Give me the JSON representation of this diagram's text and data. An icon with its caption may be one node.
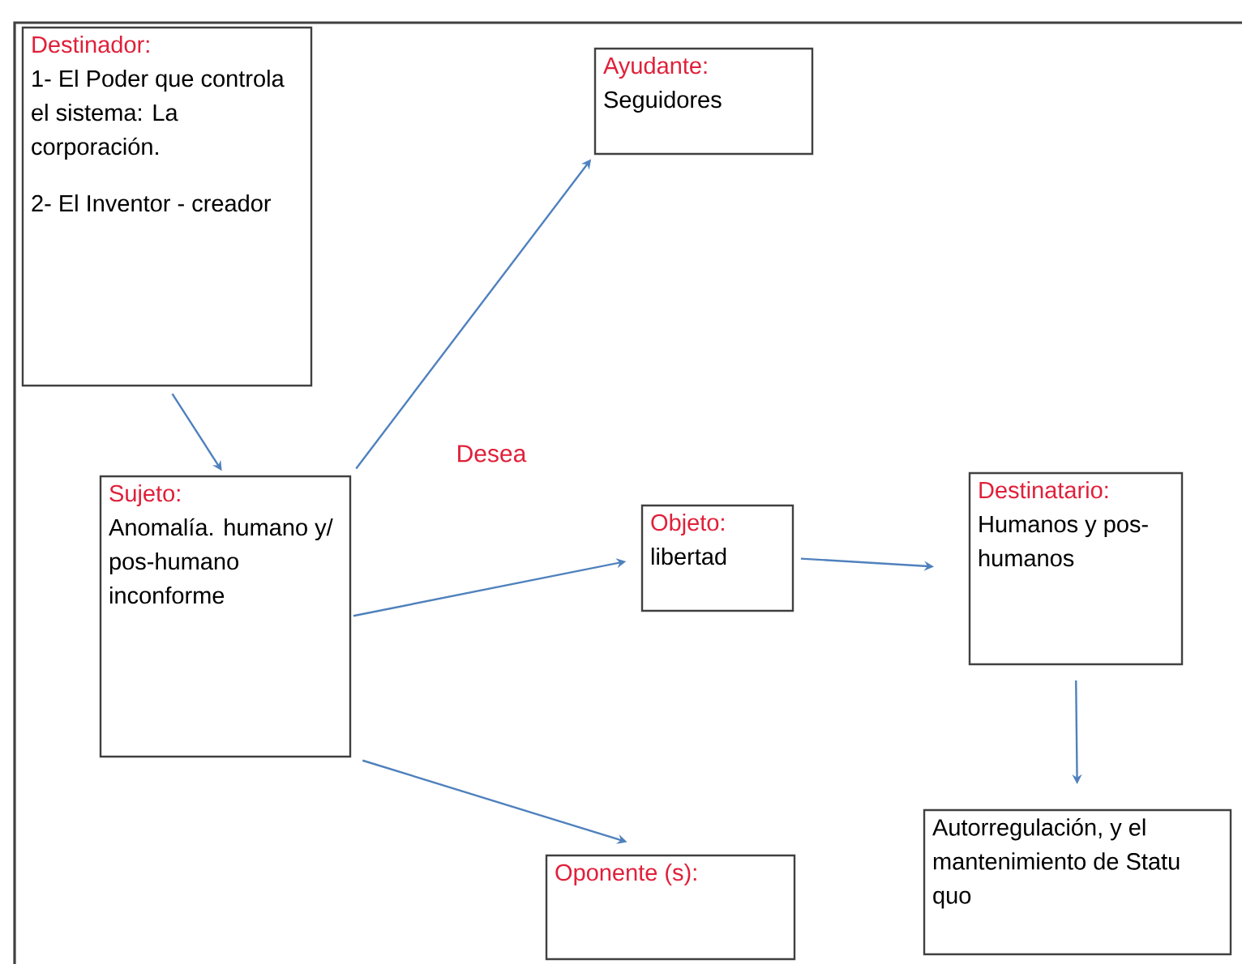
{
  "diagram": {
    "nodes": [
      {
        "text": [
          "Destinador:",
          "1- El Poder que controla el sistema: La corporación.",
          "2- El Inventor - creador"
        ]
      },
      {
        "text": [
          "Ayudante:",
          "Seguidores"
        ]
      },
      {
        "text": [
          "Sujeto:",
          "Anomalía. humano y/ pos-humano inconforme"
        ]
      },
      {
        "text": [
          "Objeto:",
          "libertad"
        ]
      },
      {
        "text": [
          "Destinatario:",
          "Humanos y pos- humanos"
        ]
      },
      {
        "text": [
          "Oponente (s):"
        ]
      },
      {
        "text": [
          "Autorregulación, y el mantenimiento de Statu quo"
        ]
      }
    ],
    "edges": [
      {
        "from": 0,
        "to": 2,
        "arrow": "to"
      },
      {
        "from": 2,
        "to": 1,
        "arrow": "to"
      },
      {
        "from": 2,
        "to": 3,
        "arrow": "to"
      },
      {
        "from": 2,
        "to": 5,
        "arrow": "to"
      },
      {
        "from": 3,
        "to": 4,
        "arrow": "to"
      },
      {
        "from": 4,
        "to": 6,
        "arrow": "to"
      }
    ],
    "labels": [
      "Desea"
    ]
  }
}
